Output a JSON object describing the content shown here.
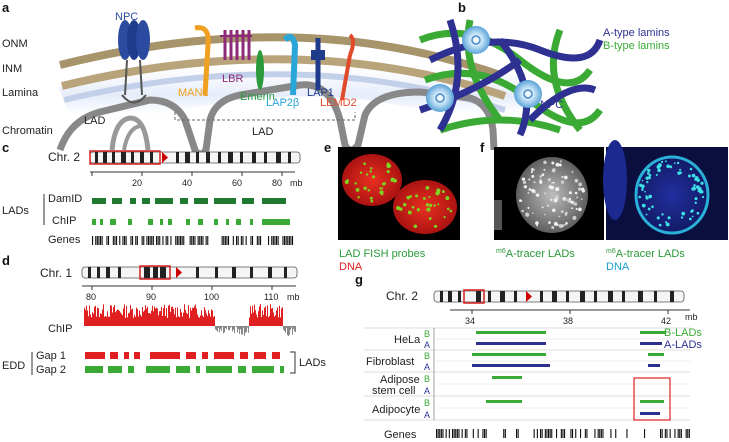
{
  "panels": {
    "a": {
      "letter": "a",
      "layers": [
        "ONM",
        "INM",
        "Lamina",
        "Chromatin"
      ],
      "labels": {
        "npc": "NPC",
        "lad_inner": "LAD",
        "lad_bottom": "LAD"
      },
      "proteins": [
        {
          "name": "MAN1",
          "color": "#f0a020"
        },
        {
          "name": "LBR",
          "color": "#8e2a7a"
        },
        {
          "name": "Emerin",
          "color": "#2a9a3a"
        },
        {
          "name": "LAP2β",
          "color": "#2aa6d8"
        },
        {
          "name": "LAP1",
          "color": "#1f3b8c"
        },
        {
          "name": "LEMD2",
          "color": "#e04a2a"
        }
      ]
    },
    "b": {
      "letter": "b",
      "legend": [
        {
          "name": "A-type lamins",
          "color": "#2e3192"
        },
        {
          "name": "B-type lamins",
          "color": "#3aaa35"
        }
      ],
      "npc_label": "NPC"
    },
    "c": {
      "letter": "c",
      "chrom": "Chr. 2",
      "ticks": [
        "20",
        "40",
        "60",
        "80"
      ],
      "unit": "mb",
      "group_label": "LADs",
      "tracks": [
        "DamID",
        "ChIP"
      ],
      "genes": "Genes"
    },
    "d": {
      "letter": "d",
      "chrom": "Chr. 1",
      "ticks": [
        "80",
        "90",
        "100",
        "110"
      ],
      "unit": "mb",
      "chip": "ChIP",
      "edd": "EDD",
      "gaps": [
        "Gap 1",
        "Gap 2"
      ],
      "lads": "LADs"
    },
    "e": {
      "letter": "e",
      "caption1": "LAD FISH probes",
      "caption2": "DNA",
      "colors": {
        "c1": "#2a9a3a",
        "c2": "#e02020"
      }
    },
    "f": {
      "letter": "f",
      "left_caption_sup": "m6",
      "left_caption": "A-tracer LADs",
      "right_caption_sup": "m6",
      "right_caption": "A-tracer LADs",
      "right_caption2": "DNA",
      "colors": {
        "c1": "#2a9a3a",
        "c2": "#1aa0d0"
      }
    },
    "g": {
      "letter": "g",
      "chrom": "Chr. 2",
      "ticks": [
        "34",
        "38",
        "42"
      ],
      "unit": "mb",
      "legend": [
        {
          "name": "B-LADs",
          "color": "#3aaa35"
        },
        {
          "name": "A-LADs",
          "color": "#2e3192"
        }
      ],
      "rows": [
        {
          "cell": "HeLa",
          "b": "B",
          "a": "A"
        },
        {
          "cell": "Fibroblast",
          "b": "B",
          "a": "A"
        },
        {
          "cell": "Adipose",
          "cell2": "stem cell",
          "b": "B",
          "a": "A"
        },
        {
          "cell": "Adipocyte",
          "b": "B",
          "a": "A"
        }
      ],
      "genes": "Genes"
    }
  }
}
